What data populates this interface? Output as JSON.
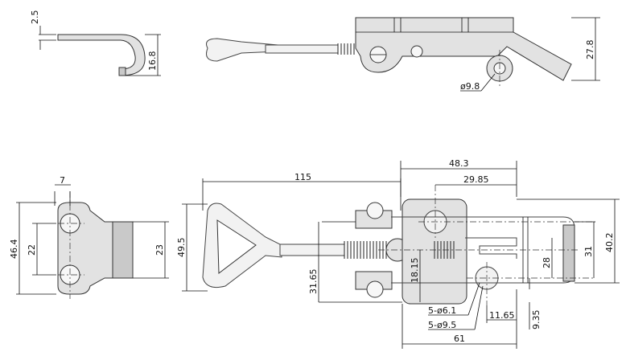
{
  "title": "",
  "dimensions": {
    "hook_thickness": "2.5",
    "hook_height": "16.8",
    "side_height": "27.8",
    "pivot_hole": "ø9.8",
    "base_pitch": "7",
    "base_height": "46.4",
    "base_holes": "22",
    "base_right": "23",
    "handle_width": "49.5",
    "total_length": "115",
    "top_width": "48.3",
    "top_offset": "29.85",
    "front_height": "31.65",
    "front_center": "18.15",
    "inner_28": "28",
    "inner_31": "31",
    "outer_height": "40.2",
    "holes_small": "5-ø6.1",
    "holes_large": "5-ø9.5",
    "offset_right": "11.65",
    "offset_small": "9.35",
    "bottom_width": "61"
  }
}
